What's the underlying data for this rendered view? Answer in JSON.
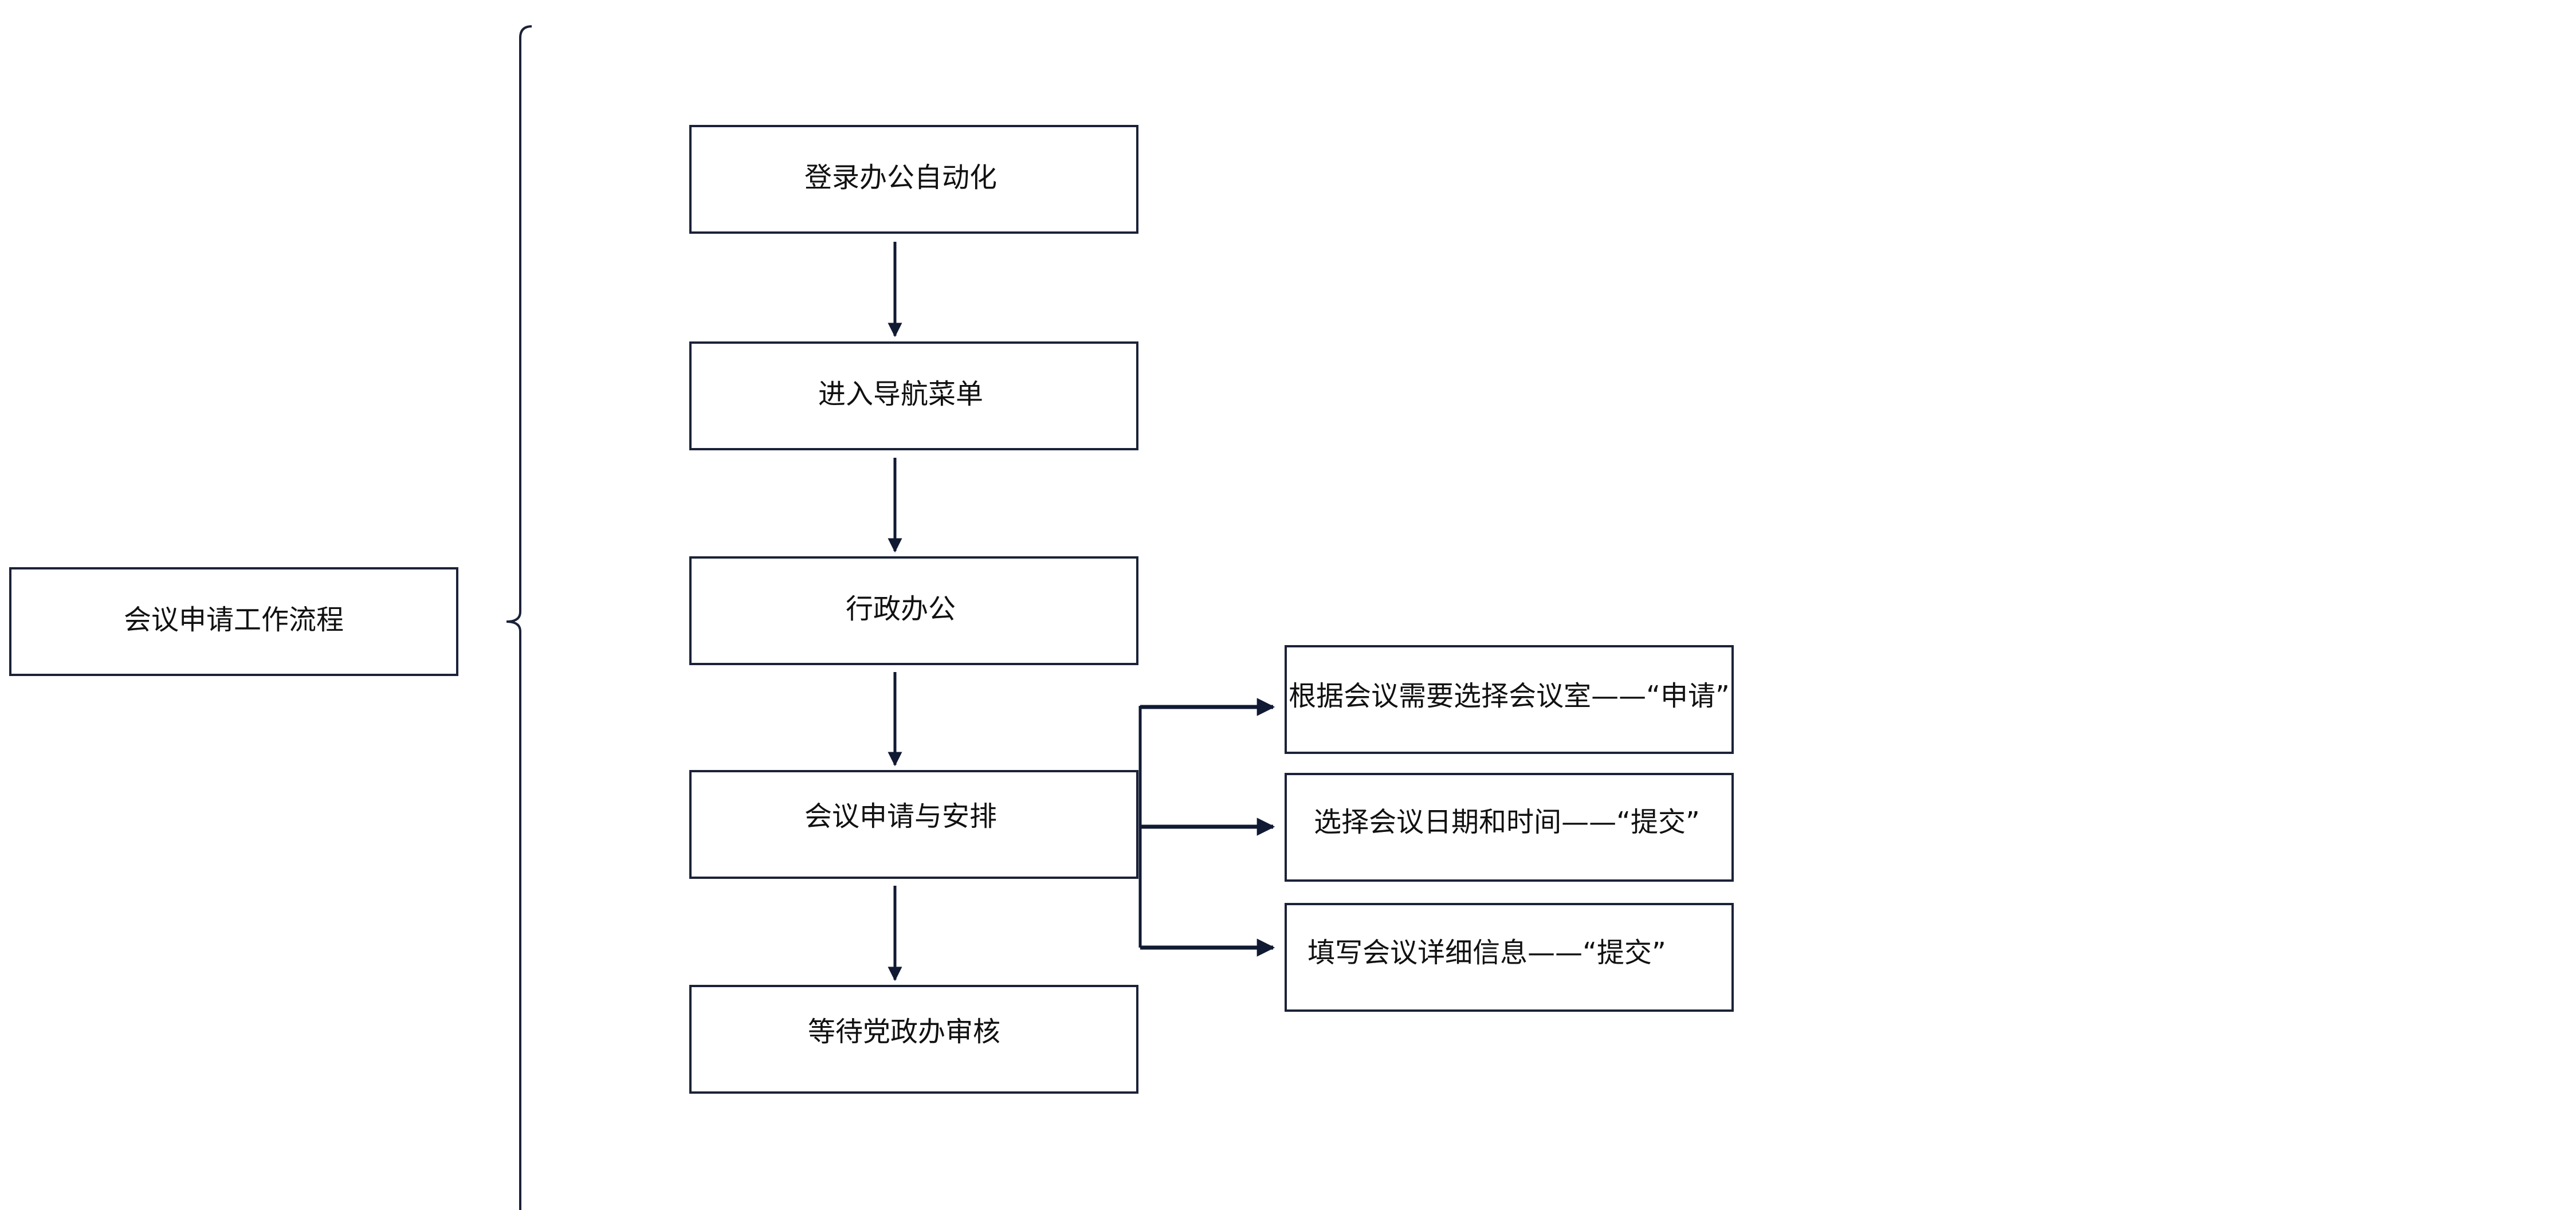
{
  "diagram": {
    "root": {
      "label": "会议申请工作流程"
    },
    "steps": [
      {
        "label": "登录办公自动化"
      },
      {
        "label": "进入导航菜单"
      },
      {
        "label": "行政办公"
      },
      {
        "label": "会议申请与安排"
      },
      {
        "label": "等待党政办审核"
      }
    ],
    "substeps": [
      {
        "label": "根据会议需要选择会议室——“申请”"
      },
      {
        "label": "选择会议日期和时间——“提交”"
      },
      {
        "label": "填写会议详细信息——“提交”"
      }
    ],
    "colors": {
      "line": "#111a33",
      "border": "#1b2238",
      "background": "#ffffff"
    }
  }
}
